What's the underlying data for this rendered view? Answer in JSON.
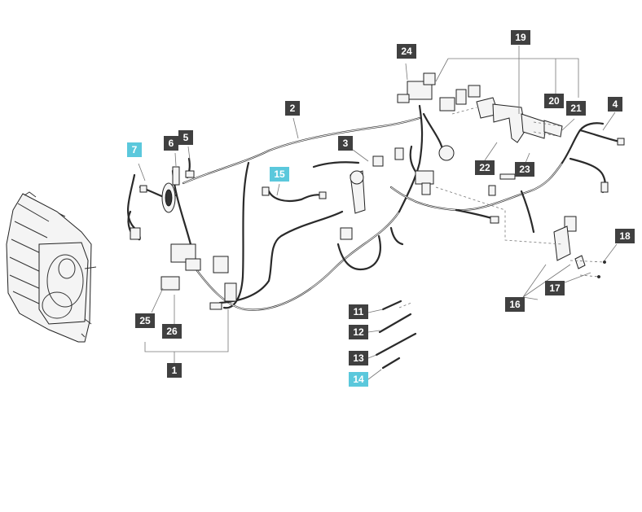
{
  "colors": {
    "callout_default": "#404040",
    "callout_highlight": "#5bc8dc",
    "callout_text": "#ffffff",
    "line": "#777777",
    "harness": "#2a2a2a"
  },
  "callouts": [
    {
      "id": "1",
      "label": "1",
      "highlight": false
    },
    {
      "id": "2",
      "label": "2",
      "highlight": false
    },
    {
      "id": "3",
      "label": "3",
      "highlight": false
    },
    {
      "id": "4",
      "label": "4",
      "highlight": false
    },
    {
      "id": "5",
      "label": "5",
      "highlight": false
    },
    {
      "id": "6",
      "label": "6",
      "highlight": false
    },
    {
      "id": "7",
      "label": "7",
      "highlight": true
    },
    {
      "id": "11",
      "label": "11",
      "highlight": false
    },
    {
      "id": "12",
      "label": "12",
      "highlight": false
    },
    {
      "id": "13",
      "label": "13",
      "highlight": false
    },
    {
      "id": "14",
      "label": "14",
      "highlight": true
    },
    {
      "id": "15",
      "label": "15",
      "highlight": true
    },
    {
      "id": "16",
      "label": "16",
      "highlight": false
    },
    {
      "id": "17",
      "label": "17",
      "highlight": false
    },
    {
      "id": "18",
      "label": "18",
      "highlight": false
    },
    {
      "id": "19",
      "label": "19",
      "highlight": false
    },
    {
      "id": "20",
      "label": "20",
      "highlight": false
    },
    {
      "id": "21",
      "label": "21",
      "highlight": false
    },
    {
      "id": "22",
      "label": "22",
      "highlight": false
    },
    {
      "id": "23",
      "label": "23",
      "highlight": false
    },
    {
      "id": "24",
      "label": "24",
      "highlight": false
    },
    {
      "id": "25",
      "label": "25",
      "highlight": false
    },
    {
      "id": "26",
      "label": "26",
      "highlight": false
    }
  ]
}
